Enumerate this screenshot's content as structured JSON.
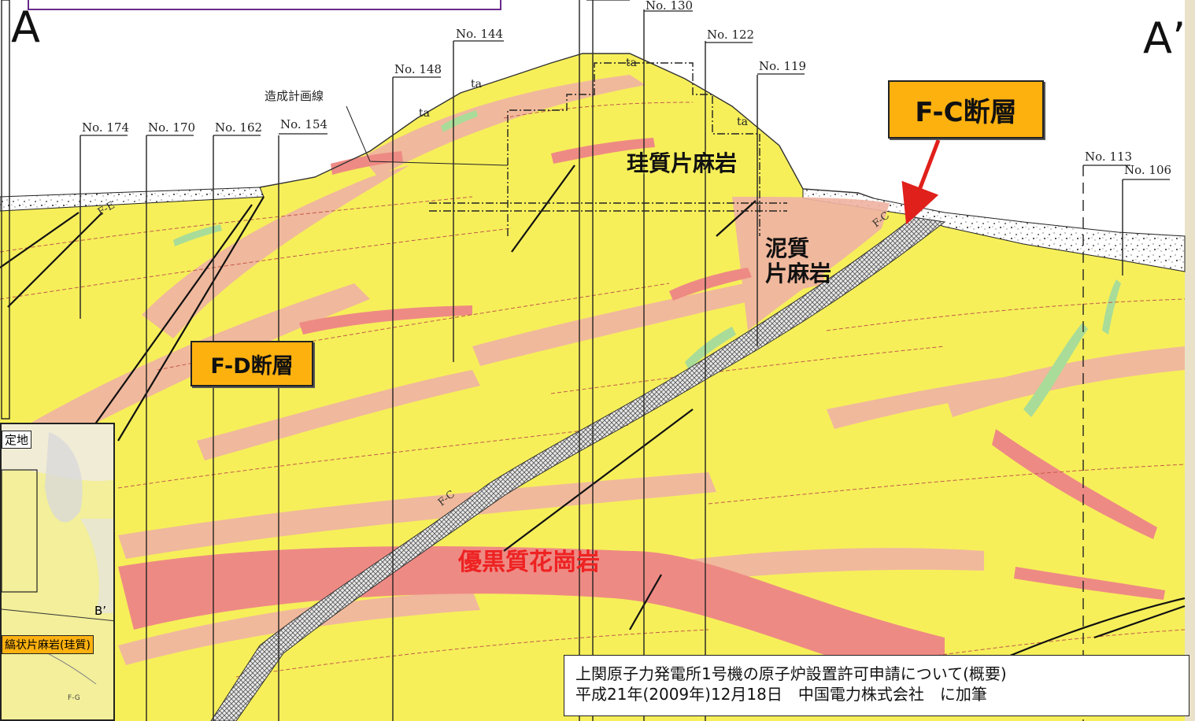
{
  "corners": {
    "left": "A",
    "right": "A’"
  },
  "boreholes": [
    "No. 174",
    "No. 170",
    "No. 162",
    "No. 154",
    "No. 148",
    "No. 144",
    "No. 130",
    "No. 122",
    "No. 119",
    "No. 113",
    "No. 106"
  ],
  "planned_line_label": "造成計画線",
  "ta_mark": "ta",
  "faults": {
    "fc_label": "F-C断層",
    "fd_label": "F-D断層",
    "fc_trace": "F-C",
    "fe_trace": "F-E"
  },
  "rocks": {
    "siliceous": "珪質片麻岩",
    "pelitic_line1": "泥質",
    "pelitic_line2": "片麻岩",
    "granite": "優黒質花崗岩"
  },
  "inset": {
    "site_label": "定地",
    "bprime": "B’",
    "legend": "縞状片麻岩(珪質)",
    "fg": "F-G"
  },
  "caption": {
    "line1": "上関原子力発電所1号機の原子炉設置許可申請について(概要)",
    "line2": "平成21年(2009年)12月18日　中国電力株式会社　に加筆"
  },
  "colors": {
    "yellow_gneiss": "#f6ef5a",
    "pink_gneiss": "#f0b4a2",
    "granite_red": "#ee8a84",
    "green_vein": "#a9dc98",
    "fault_box": "#fdb10f",
    "granite_text": "#ee2222",
    "arrow": "#e0201a"
  }
}
